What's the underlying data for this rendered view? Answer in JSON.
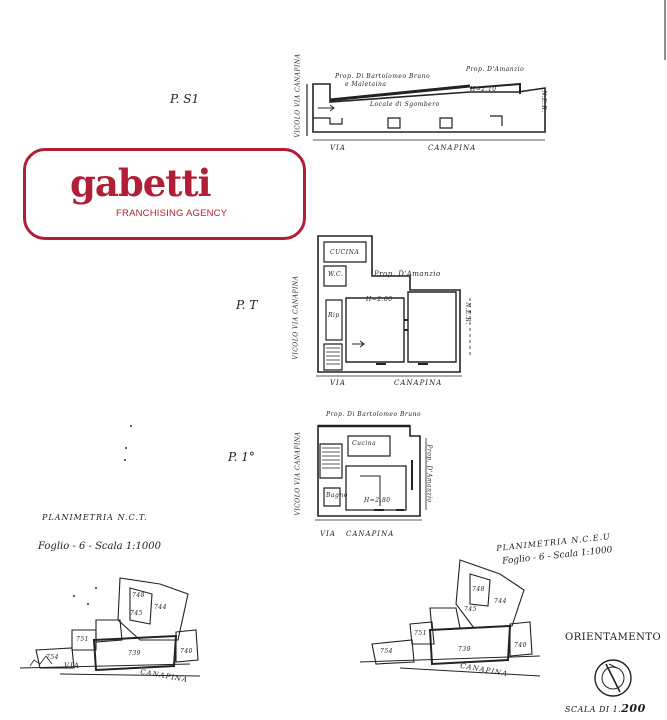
{
  "logo": {
    "brand": "gabetti",
    "tagline": "FRANCHISING AGENCY"
  },
  "floors": {
    "ps1": {
      "label": "P. S1",
      "owner_left": "Prop. Di Bartolomeo Bruno",
      "owner_left_2": "e Maletaina",
      "owner_right": "Prop. D'Amanzio",
      "height": "H=2.10",
      "room": "Locale di Sgombero",
      "street_via": "VIA",
      "street_name": "CANAPINA",
      "side_left": "VICOLO VIA CANAPINA",
      "side_right": "N.E.R."
    },
    "pt": {
      "label": "P. T",
      "room_kitchen": "CUCINA",
      "room_wc": "W.C.",
      "owner": "Prop. D'Amanzio",
      "height": "H=2.80",
      "room_rip": "Rip",
      "street_via": "VIA",
      "street_name": "CANAPINA",
      "side_left": "VICOLO VIA CANAPINA",
      "side_right": "N.E.R."
    },
    "p1": {
      "label": "P. 1°",
      "owner_top": "Prop. Di Bartolomeo Bruno",
      "room_kitchen": "Cucina",
      "room_bath": "Bagno",
      "height": "H=2.80",
      "owner_right": "Prop. D'Amanzio",
      "street_via": "VIA",
      "street_name": "CANAPINA",
      "side_left": "VICOLO VIA CANAPINA"
    }
  },
  "ncf": {
    "title": "PLANIMETRIA N.C.T.",
    "subtitle": "Foglio - 6 - Scala 1:1000",
    "parcels": [
      "748",
      "744",
      "745",
      "739",
      "740",
      "751",
      "754"
    ],
    "street_via": "VIA",
    "street_name": "CANAPINA"
  },
  "nceu": {
    "title": "PLANIMETRIA N.C.E.U",
    "subtitle": "Foglio - 6 - Scala 1:1000",
    "parcels": [
      "748",
      "744",
      "745",
      "739",
      "740",
      "751",
      "754"
    ],
    "street_name": "CANAPINA"
  },
  "orientation": {
    "title": "ORIENTAMENTO",
    "scale_prefix": "SCALA DI 1.",
    "scale_value": "200"
  }
}
